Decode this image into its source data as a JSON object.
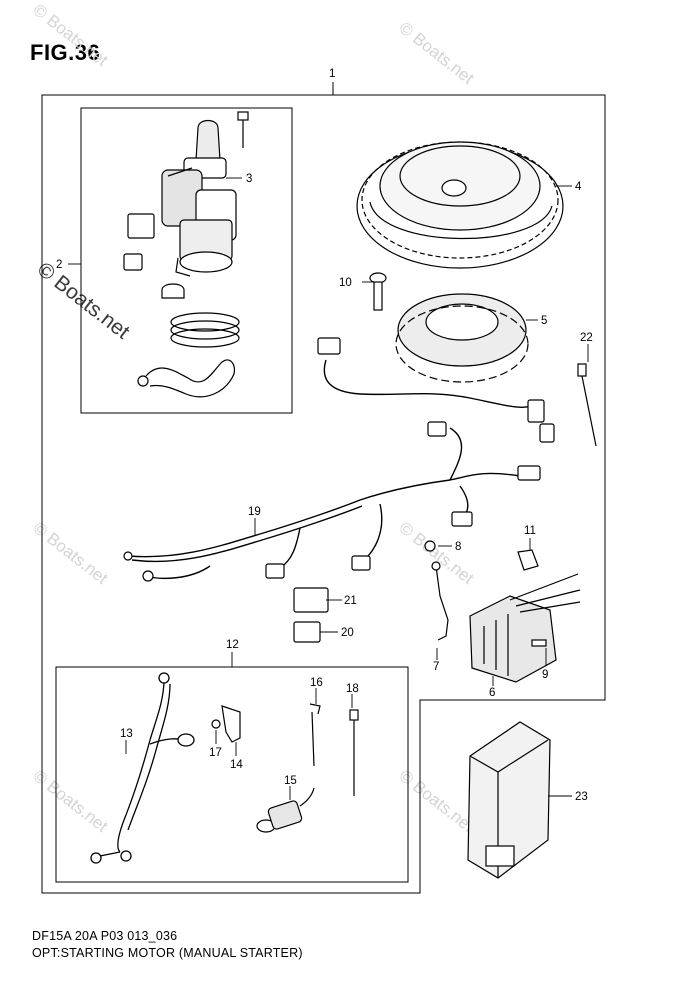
{
  "figure": {
    "title": "FIG.36",
    "code_line": "DF15A 20A P03 013_036",
    "caption": "OPT:STARTING MOTOR (MANUAL STARTER)"
  },
  "watermark": {
    "text": "© Boats.net",
    "color": "#d4d4d4",
    "large_color": "#3a3a3a"
  },
  "callouts": {
    "c1": "1",
    "c2": "2",
    "c3": "3",
    "c4": "4",
    "c5": "5",
    "c6": "6",
    "c7": "7",
    "c8": "8",
    "c9": "9",
    "c10": "10",
    "c11": "11",
    "c12": "12",
    "c13": "13",
    "c14": "14",
    "c15": "15",
    "c16": "16",
    "c17": "17",
    "c18": "18",
    "c19": "19",
    "c20": "20",
    "c21": "21",
    "c22": "22",
    "c23": "23"
  },
  "colors": {
    "line": "#000000",
    "shade": "#e6e6e6",
    "fill": "#ffffff"
  }
}
